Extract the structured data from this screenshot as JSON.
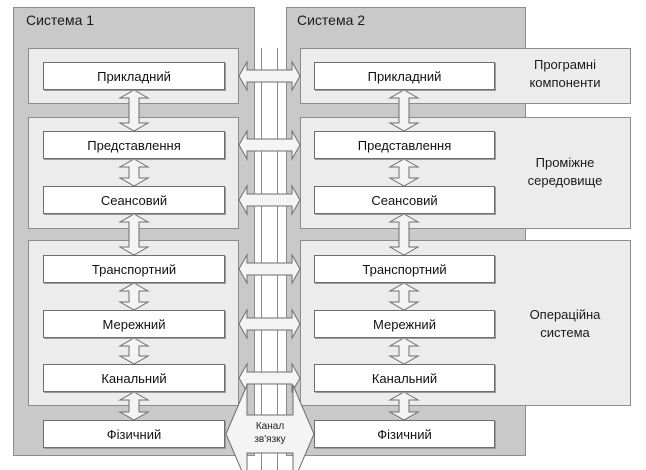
{
  "systems": [
    {
      "title": "Система 1"
    },
    {
      "title": "Система 2"
    }
  ],
  "layers": [
    "Прикладний",
    "Представлення",
    "Сеансовий",
    "Транспортний",
    "Мережний",
    "Канальний",
    "Фізичний"
  ],
  "groups": [
    {
      "label_line1": "Програмні",
      "label_line2": "компоненти"
    },
    {
      "label_line1": "Проміжне",
      "label_line2": "середовище"
    },
    {
      "label_line1": "Операційна",
      "label_line2": "система"
    }
  ],
  "channel": {
    "line1": "Канал",
    "line2": "зв'язку"
  },
  "colors": {
    "system_bg": "#c9c9c9",
    "group_bg": "#ececec",
    "layer_bg": "#ffffff",
    "arrow_fill": "#f4f4f4",
    "stroke": "#6e6e6e"
  }
}
